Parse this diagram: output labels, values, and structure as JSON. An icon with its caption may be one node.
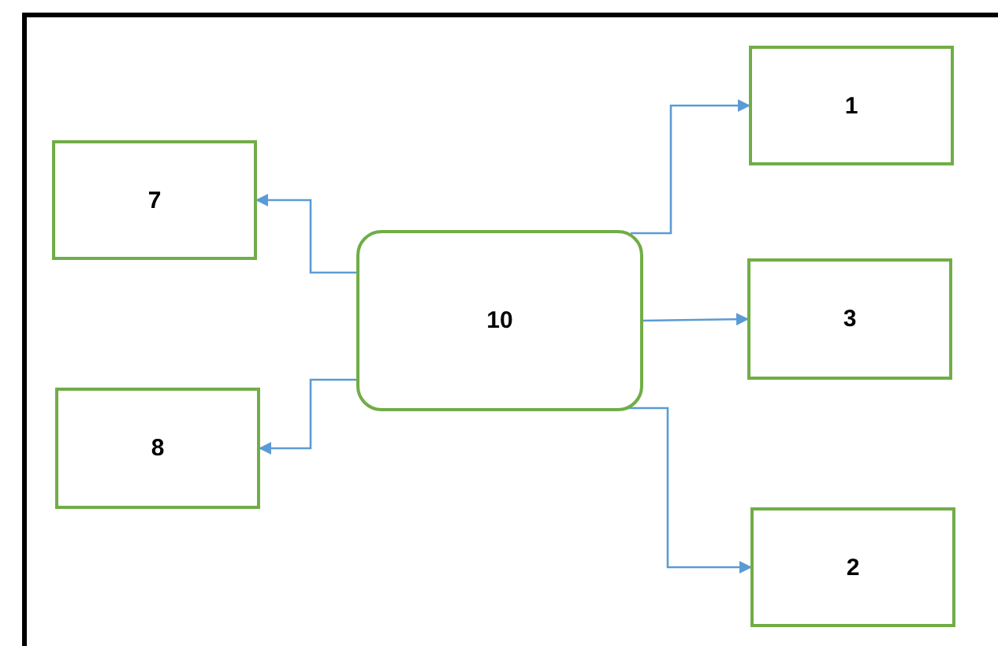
{
  "diagram": {
    "nodes": [
      {
        "text": [
          "1"
        ]
      },
      {
        "text": [
          "7"
        ]
      },
      {
        "text": [
          "10"
        ]
      },
      {
        "text": [
          "3"
        ]
      },
      {
        "text": [
          "8"
        ]
      },
      {
        "text": [
          "2"
        ]
      }
    ],
    "edges": [
      {
        "from": 2,
        "to": 0,
        "arrow": "to"
      },
      {
        "from": 2,
        "to": 1,
        "arrow": "to"
      },
      {
        "from": 2,
        "to": 3,
        "arrow": "to"
      },
      {
        "from": 2,
        "to": 4,
        "arrow": "to"
      },
      {
        "from": 2,
        "to": 5,
        "arrow": "to"
      }
    ]
  }
}
